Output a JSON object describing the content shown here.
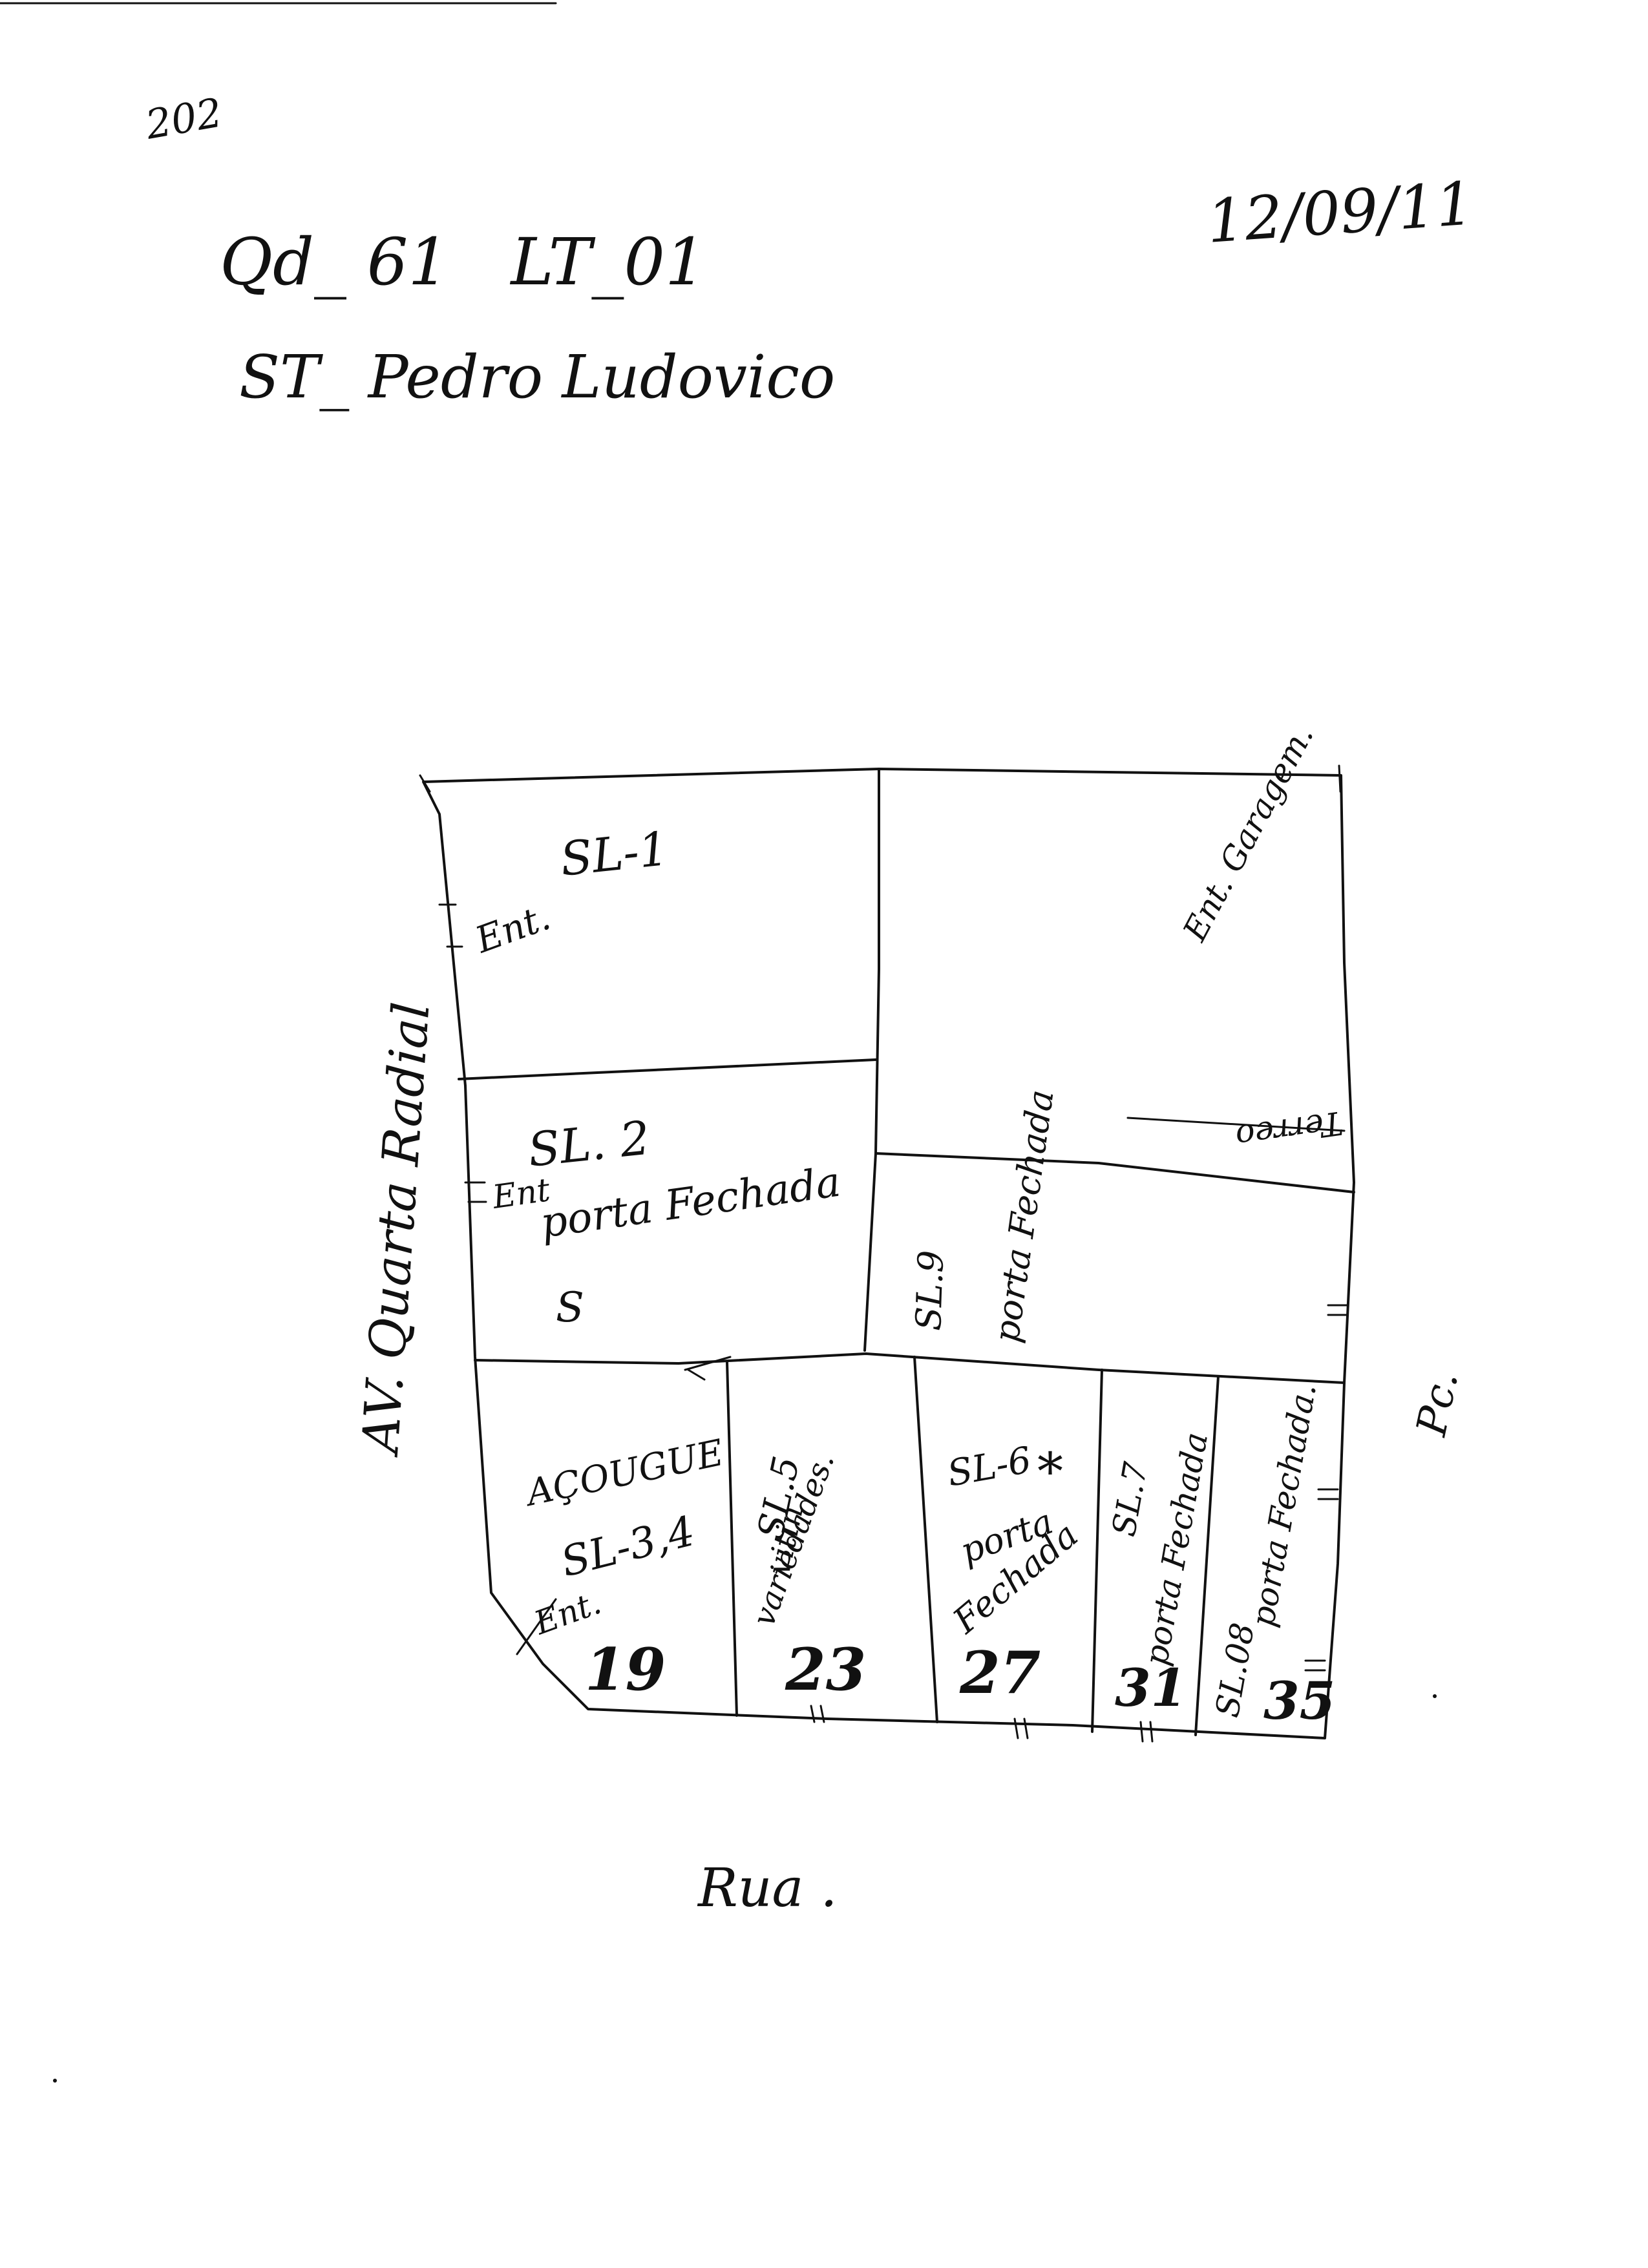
{
  "header": {
    "page_number": "202",
    "block_lot": "Qd_ 61   LT_01",
    "sector": "ST_ Pedro Ludovico",
    "date": "12/09/11"
  },
  "streets": {
    "left": "AV. Quarta Radial",
    "bottom": "Rua .",
    "right": "Pc."
  },
  "units": {
    "sl1": {
      "label": "SL-1",
      "note": "Ent."
    },
    "sl2": {
      "label": "SL. 2",
      "entry": "Ent",
      "status": "porta Fechada",
      "mark": "S"
    },
    "top_right": {
      "top_note": "Ent. Garagem.",
      "side_note": "Terreo"
    },
    "sl9": {
      "label": "SL.9",
      "status": "porta Fechada"
    },
    "sl34": {
      "title": "AÇOUGUE",
      "label": "SL-3,4",
      "note": "Ent.",
      "number": "19"
    },
    "sl5": {
      "label": "SL.5",
      "status1": "vitin",
      "status2": "variedades.",
      "number": "23"
    },
    "sl6": {
      "label": "SL-6",
      "star": "*",
      "status1": "porta",
      "status2": "Fechada",
      "number": "27"
    },
    "sl7": {
      "label": "SL.7",
      "status": "porta Fechada",
      "number": "31"
    },
    "sl8": {
      "label": "SL.08",
      "status": "porta Fechada.",
      "number": "35"
    }
  }
}
